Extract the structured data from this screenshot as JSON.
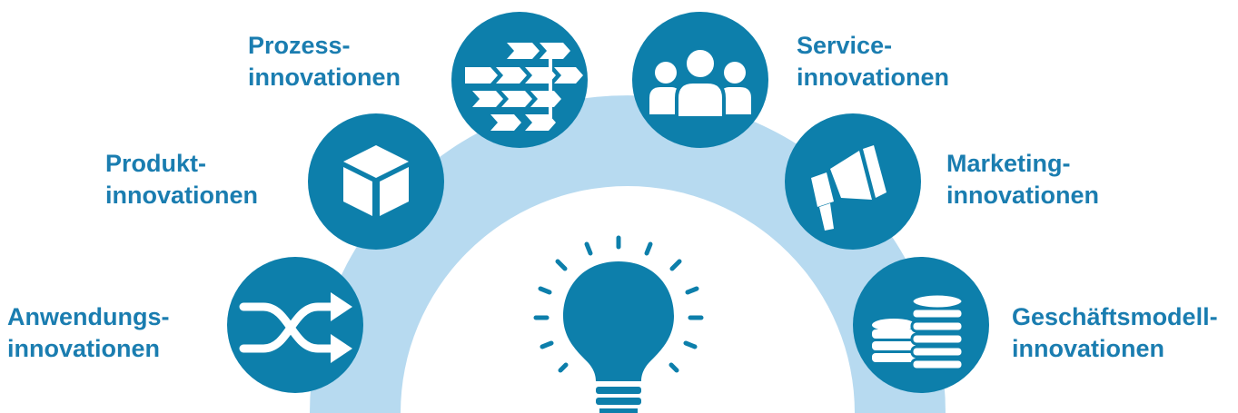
{
  "colors": {
    "circle": "#0d7fab",
    "arc": "#b7daf0",
    "text": "#1a7db0",
    "icon": "#ffffff"
  },
  "categories": [
    {
      "id": "anwendung",
      "line1": "Anwendungs-",
      "line2": "innovationen",
      "icon": "shuffle-icon"
    },
    {
      "id": "produkt",
      "line1": "Produkt-",
      "line2": "innovationen",
      "icon": "box-icon"
    },
    {
      "id": "prozess",
      "line1": "Prozess-",
      "line2": "innovationen",
      "icon": "process-arrows-icon"
    },
    {
      "id": "service",
      "line1": "Service-",
      "line2": "innovationen",
      "icon": "people-icon"
    },
    {
      "id": "marketing",
      "line1": "Marketing-",
      "line2": "innovationen",
      "icon": "megaphone-icon"
    },
    {
      "id": "geschaeftsmodell",
      "line1": "Geschäftsmodell-",
      "line2": "innovationen",
      "icon": "coins-icon"
    }
  ],
  "center_icon": "lightbulb-icon"
}
